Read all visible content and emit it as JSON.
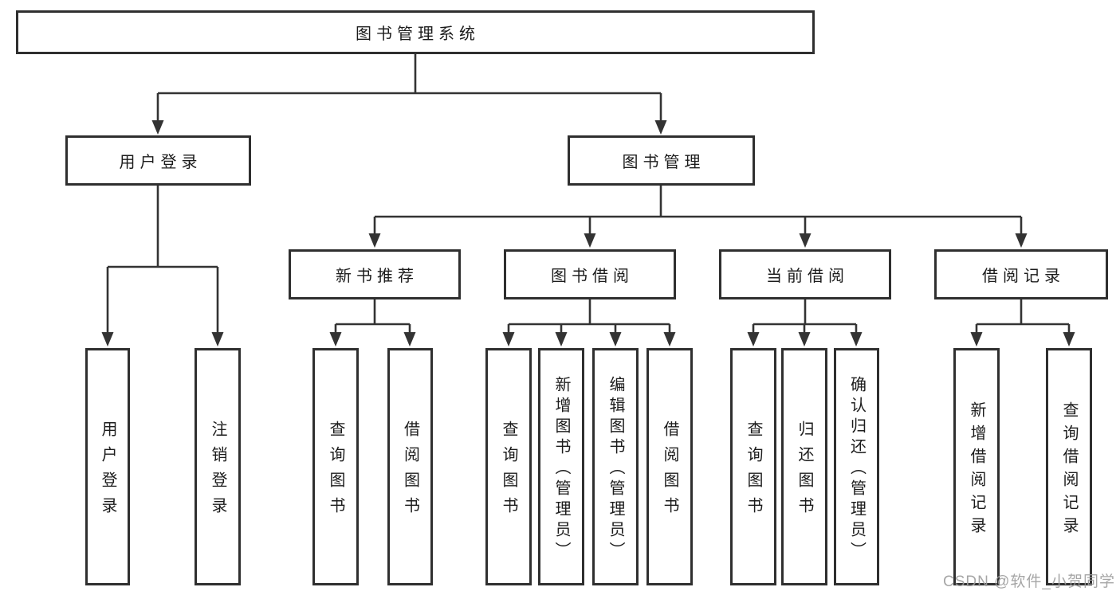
{
  "tree": {
    "root_label": "图书管理系统",
    "branches": [
      {
        "label": "用户登录",
        "children": [
          {
            "label": "用户登录"
          },
          {
            "label": "注销登录"
          }
        ]
      },
      {
        "label": "图书管理",
        "sections": [
          {
            "label": "新书推荐",
            "children": [
              {
                "label": "查询图书"
              },
              {
                "label": "借阅图书"
              }
            ]
          },
          {
            "label": "图书借阅",
            "children": [
              {
                "label": "查询图书"
              },
              {
                "label": "新增图书（管理员）"
              },
              {
                "label": "编辑图书（管理员）"
              },
              {
                "label": "借阅图书"
              }
            ]
          },
          {
            "label": "当前借阅",
            "children": [
              {
                "label": "查询图书"
              },
              {
                "label": "归还图书"
              },
              {
                "label": "确认归还（管理员）"
              }
            ]
          },
          {
            "label": "借阅记录",
            "children": [
              {
                "label": "新增借阅记录"
              },
              {
                "label": "查询借阅记录"
              }
            ]
          }
        ]
      }
    ]
  },
  "watermark": "CSDN @软件_小贺同学",
  "colors": {
    "line": "#333333",
    "box_border": "#2f2f2f",
    "text": "#1c1c1c",
    "watermark": "#9e9e9e",
    "background": "#ffffff"
  }
}
